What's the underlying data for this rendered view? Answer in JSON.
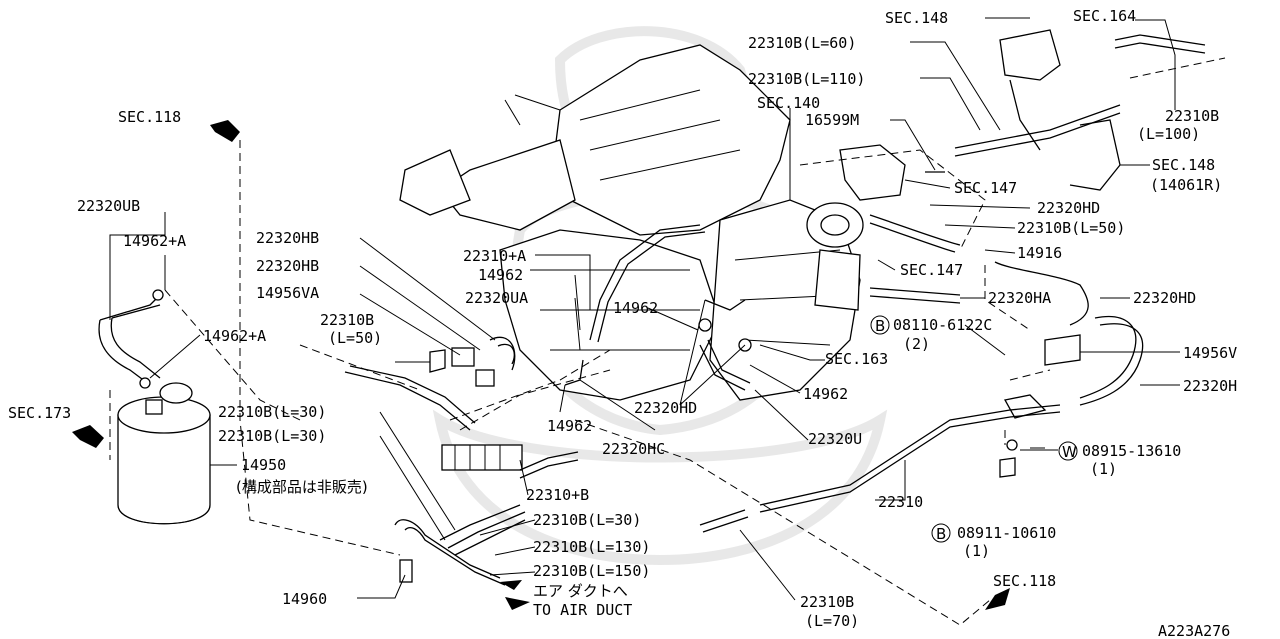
{
  "diagram": {
    "drawing_code": "A223A276",
    "watermark_icon": "samurai-crest-watermark",
    "labels": {
      "sec148_top": "SEC.148",
      "sec164": "SEC.164",
      "p22310b_l60": "22310B(L=60)",
      "p22310b_l110": "22310B(L=110)",
      "sec140": "SEC.140",
      "p16599m": "16599M",
      "sec147_a": "SEC.147",
      "p22310b_r": "22310B",
      "p_l100": "(L=100)",
      "sec148_r": "SEC.148",
      "p14061r": "(14061R)",
      "p22320hd_a": "22320HD",
      "p22310b_l50_r": "22310B(L=50)",
      "p14916": "14916",
      "sec147_b": "SEC.147",
      "p22320ha": "22320HA",
      "p22320hd_b": "22320HD",
      "b_bolt": "08110-6122C",
      "b_bolt_qty": "(2)",
      "sec163": "SEC.163",
      "p14956v": "14956V",
      "p14962_r": "14962",
      "p22320h": "22320H",
      "w_washer": "08915-13610",
      "w_washer_qty": "(1)",
      "p22320u": "22320U",
      "p22310": "22310",
      "b_nut": "08911-10610",
      "b_nut_qty": "(1)",
      "sec118_br": "SEC.118",
      "p22310b_bot": "22310B",
      "p_l70": "(L=70)",
      "sec118_tl": "SEC.118",
      "p22320ub": "22320UB",
      "p14962a_1": "14962+A",
      "p14962a_2": "14962+A",
      "sec173": "SEC.173",
      "p22320hb_1": "22320HB",
      "p22320hb_2": "22320HB",
      "p14956va": "14956VA",
      "p22310b_l50_l1": "22310B",
      "p22310b_l50_l2": "(L=50)",
      "p22310a": "22310+A",
      "p14962_c1": "14962",
      "p22320ua": "22320UA",
      "p14962_c2": "14962",
      "p22310b_l30_1": "22310B(L=30)",
      "p22310b_l30_2": "22310B(L=30)",
      "p14962_c3": "14962",
      "p22320hc": "22320HC",
      "p22320hd_c": "22320HD",
      "p14950": "14950",
      "p14950_note": "(構成部品は非販売)",
      "p22310_b": "22310+B",
      "p22310b_l30_3": "22310B(L=30)",
      "p22310b_l130": "22310B(L=130)",
      "p22310b_l150": "22310B(L=150)",
      "p14960": "14960",
      "air_duct_jp": "エア ダクトへ",
      "air_duct_en": "TO AIR DUCT",
      "callout_b": "B",
      "callout_w": "W"
    }
  }
}
